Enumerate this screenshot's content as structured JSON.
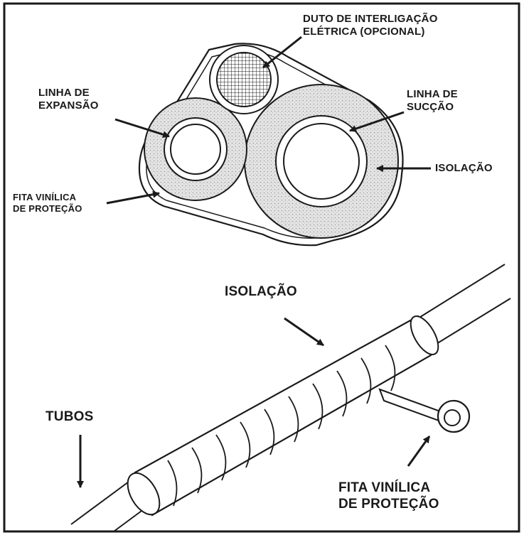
{
  "labels": {
    "duto_line1": "DUTO DE INTERLIGAÇÃO",
    "duto_line2": "ELÉTRICA (OPCIONAL)",
    "linha_expansao_line1": "LINHA DE",
    "linha_expansao_line2": "EXPANSÃO",
    "linha_succao_line1": "LINHA DE",
    "linha_succao_line2": "SUCÇÃO",
    "isolacao_top": "ISOLAÇÃO",
    "fita_top_line1": "FITA VINÍLICA",
    "fita_top_line2": "DE PROTEÇÃO",
    "isolacao_bottom": "ISOLAÇÃO",
    "tubos": "TUBOS",
    "fita_bottom_line1": "FITA VINÍLICA",
    "fita_bottom_line2": "DE PROTEÇÃO"
  },
  "colors": {
    "ink": "#1a1a1a",
    "insulation_fill": "#d9d9d9",
    "background": "#ffffff"
  }
}
